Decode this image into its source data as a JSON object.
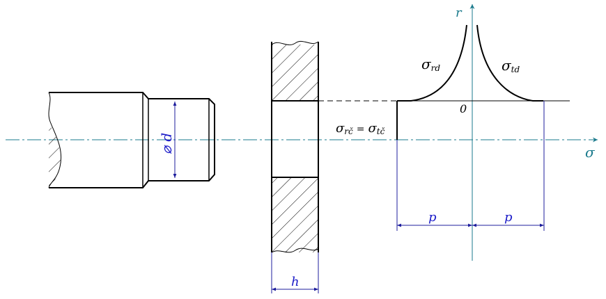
{
  "labels": {
    "axis_r": "r",
    "axis_sigma": "σ",
    "origin": "0",
    "diameter": "⌀ d",
    "h": "h",
    "p_left": "p",
    "p_right": "p",
    "sigma_rd_main": "σ",
    "sigma_rd_sub": "rd",
    "sigma_td_main": "σ",
    "sigma_td_sub": "td",
    "eq_left_main": "σ",
    "eq_left_sub": "rč",
    "eq_sign": "=",
    "eq_right_main": "σ",
    "eq_right_sub": "tč"
  },
  "colors": {
    "outline": "#000000",
    "axis": "#1a7a8c",
    "dimension": "#1c1c9c",
    "dimension_text": "#1c1cc8",
    "text": "#000000"
  }
}
